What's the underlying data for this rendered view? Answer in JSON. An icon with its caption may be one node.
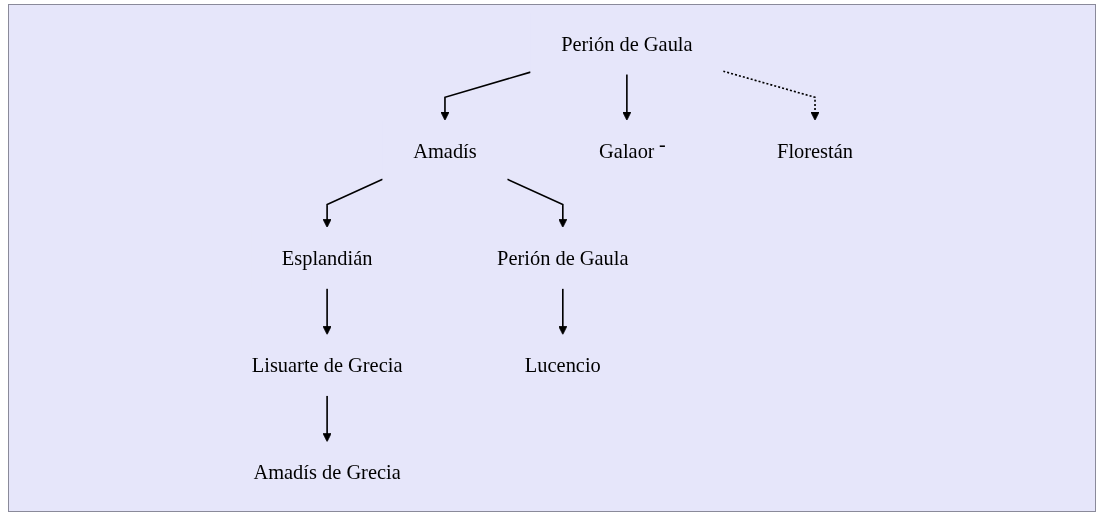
{
  "diagram": {
    "nodes": [
      {
        "text": [
          "Perión de Gaula"
        ]
      },
      {
        "text": [
          "Amadís"
        ]
      },
      {
        "text": [
          "Galaor"
        ]
      },
      {
        "text": [
          "Florestán"
        ]
      },
      {
        "text": [
          "Esplandián"
        ]
      },
      {
        "text": [
          "Lisuarte de Grecia"
        ]
      },
      {
        "text": [
          "Perión de Gaula"
        ]
      },
      {
        "text": [
          "Amadís de Grecia"
        ]
      },
      {
        "text": [
          "Lucencio"
        ]
      }
    ],
    "edges": [
      {
        "from": 0,
        "to": 1,
        "arrow": "to"
      },
      {
        "from": 0,
        "to": 2,
        "arrow": "to"
      },
      {
        "from": 0,
        "to": 3,
        "arrow": "to",
        "style": "dashed"
      },
      {
        "from": 1,
        "to": 4,
        "arrow": "to"
      },
      {
        "from": 1,
        "to": 6,
        "arrow": "to"
      },
      {
        "from": 4,
        "to": 5,
        "arrow": "to"
      },
      {
        "from": 5,
        "to": 7,
        "arrow": "to"
      },
      {
        "from": 6,
        "to": 8,
        "arrow": "to"
      }
    ],
    "labels": [
      "-"
    ]
  }
}
